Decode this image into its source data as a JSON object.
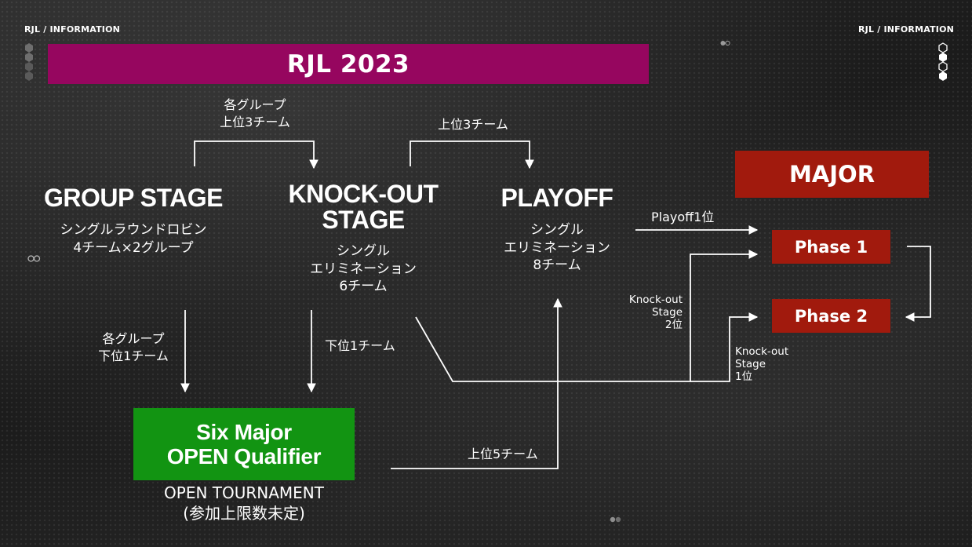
{
  "header": {
    "left_label": "RJL / INFORMATION",
    "right_label": "RJL / INFORMATION"
  },
  "banner": {
    "title": "RJL 2023",
    "color": "#96065f"
  },
  "stages": {
    "group": {
      "title": "GROUP STAGE",
      "desc": "シングルラウンドロビン\n4チーム×2グループ"
    },
    "knockout": {
      "title": "KNOCK-OUT\nSTAGE",
      "desc": "シングル\nエリミネーション\n6チーム"
    },
    "playoff": {
      "title": "PLAYOFF",
      "desc": "シングル\nエリミネーション\n8チーム"
    }
  },
  "open_qualifier": {
    "title": "Six Major\nOPEN Qualifier",
    "color": "#129412",
    "subtitle": "OPEN TOURNAMENT\n(参加上限数未定)"
  },
  "major": {
    "title": "MAJOR",
    "phase1": "Phase 1",
    "phase2": "Phase 2",
    "color": "#a11a0d"
  },
  "flow_labels": {
    "group_to_knockout": "各グループ\n上位3チーム",
    "knockout_to_playoff": "上位3チーム",
    "group_to_open": "各グループ\n下位1チーム",
    "knockout_to_open": "下位1チーム",
    "open_to_playoff": "上位5チーム",
    "playoff_to_phase1": "Playoff1位",
    "knockout2_to_phase1": "Knock-out\nStage\n2位",
    "knockout1_to_phase2": "Knock-out\nStage\n1位"
  }
}
